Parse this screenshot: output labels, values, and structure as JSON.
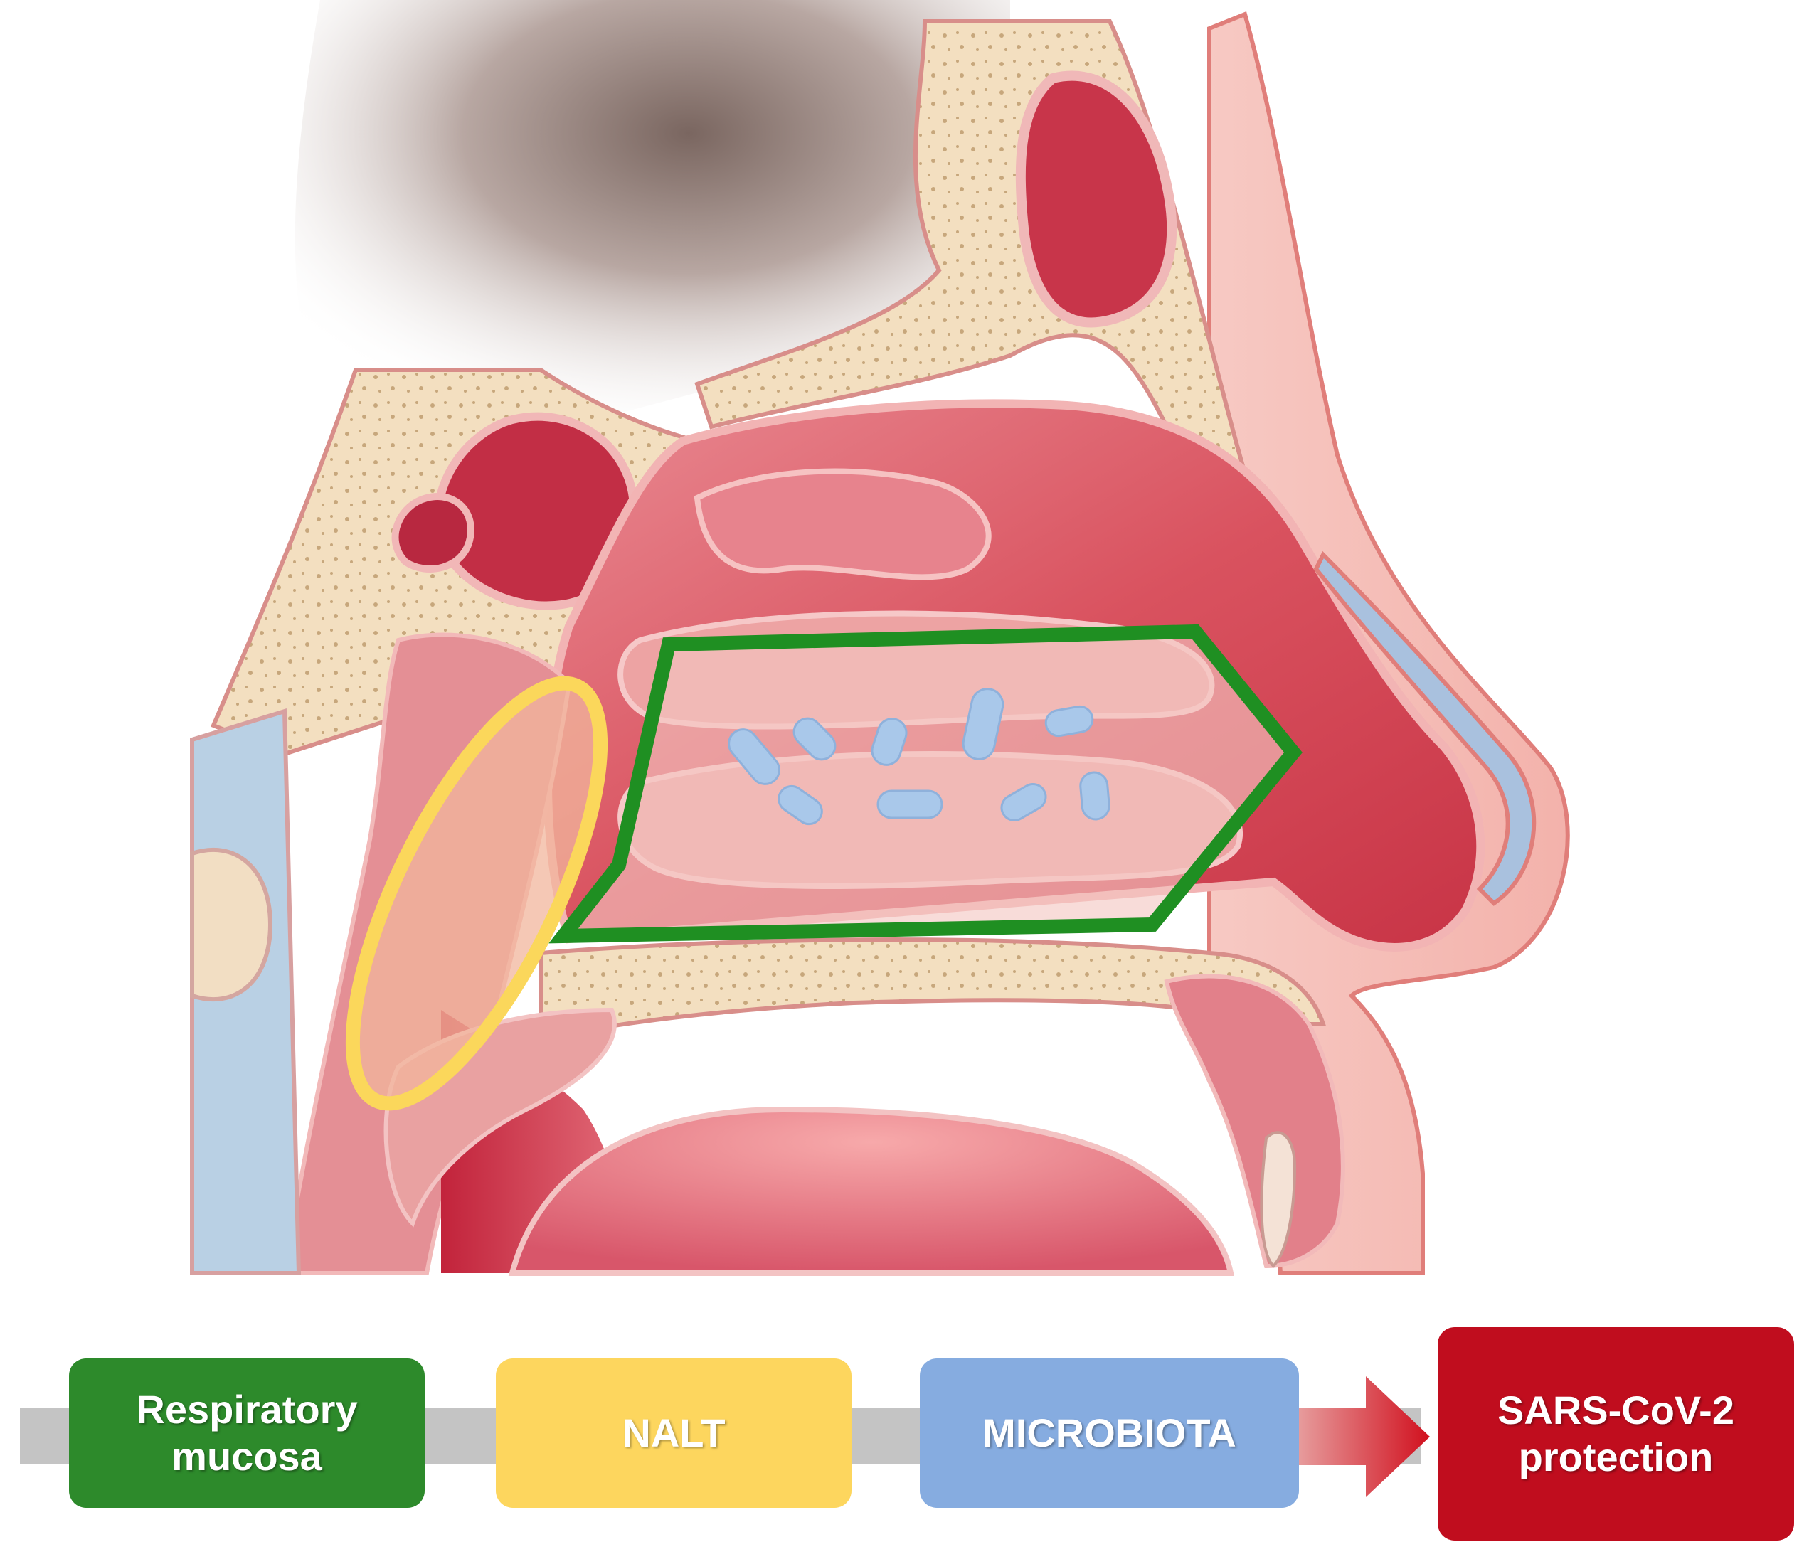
{
  "flow": {
    "respiratory_mucosa": "Respiratory\nmucosa",
    "nalt": "NALT",
    "microbiota": "MICROBIOTA",
    "protection": "SARS-CoV-2\nprotection"
  },
  "colors": {
    "mucosa": "#2d8a2b",
    "nalt": "#fdd65e",
    "microbiota": "#86ace0",
    "protection": "#c00d1e",
    "track": "#c4c4c4",
    "region_outline_green": "#1f8f22",
    "region_outline_yellow": "#fbd75b"
  }
}
